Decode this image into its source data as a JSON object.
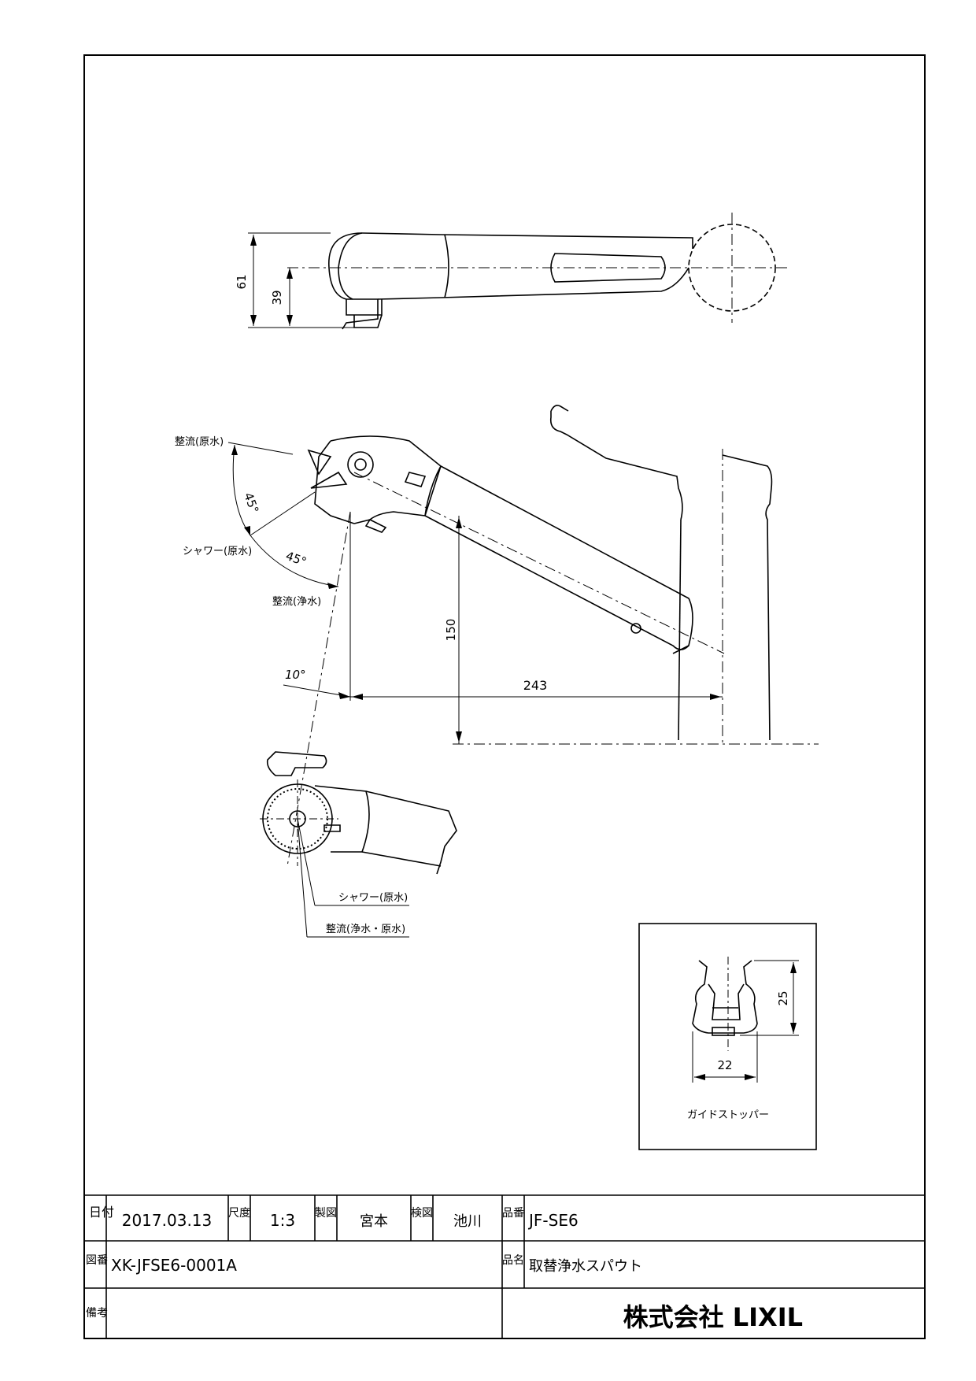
{
  "dimensions": {
    "top_height": "61",
    "top_axis_height": "39",
    "vertical_150": "150",
    "horizontal_243": "243",
    "angle_10": "10°",
    "angle_45_upper": "45°",
    "angle_45_lower": "45°",
    "stopper_height": "25",
    "stopper_width": "22"
  },
  "callouts": {
    "seiryu_gensui": "整流(原水)",
    "shower_gensui": "シャワー(原水)",
    "seiryu_josui": "整流(浄水)",
    "shower_gensui_2": "シャワー(原水)",
    "seiryu_josui_gensui": "整流(浄水・原水)",
    "guide_stopper": "ガイドストッパー"
  },
  "title_block": {
    "date_label": "日付",
    "date": "2017.03.13",
    "scale_label": "尺度",
    "scale": "1:3",
    "drawn_label": "製図",
    "drawn_by": "宮本",
    "checked_label": "検図",
    "checked_by": "池川",
    "part_no_label": "品番",
    "part_no": "JF-SE6",
    "drawing_no_label": "図番",
    "drawing_no": "XK-JFSE6-0001A",
    "part_name_label": "品名",
    "part_name": "取替浄水スパウト",
    "remarks_label": "備考",
    "remarks": "",
    "company": "株式会社 LIXIL"
  }
}
